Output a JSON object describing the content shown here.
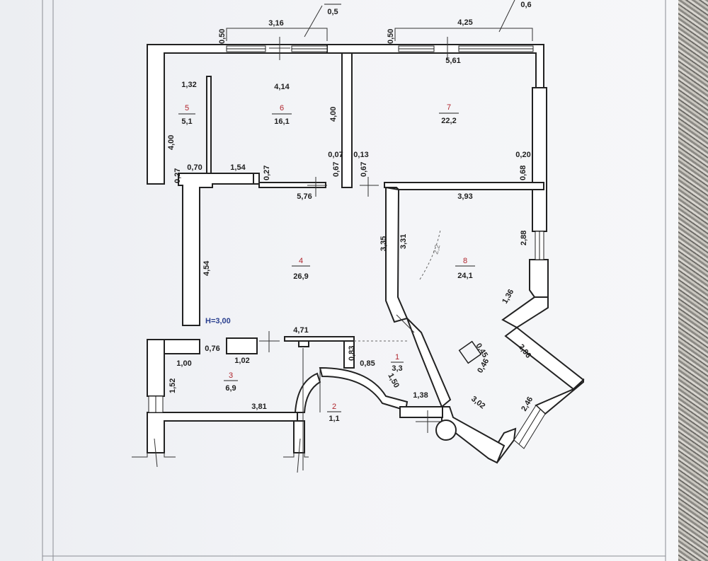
{
  "colors": {
    "wall_fill": "#ffffff",
    "wall_stroke": "#222222",
    "room_number": "#b0242c",
    "height_label": "#2a3f8f"
  },
  "rooms": [
    {
      "number": "1",
      "area": "3,3"
    },
    {
      "number": "2",
      "area": "1,1"
    },
    {
      "number": "3",
      "area": "6,9"
    },
    {
      "number": "4",
      "area": "26,9"
    },
    {
      "number": "5",
      "area": "5,1"
    },
    {
      "number": "6",
      "area": "16,1"
    },
    {
      "number": "7",
      "area": "22,2"
    },
    {
      "number": "8",
      "area": "24,1"
    },
    {
      "number": "",
      "area": "0,5"
    }
  ],
  "height_label": "H=3,00",
  "corner_value": "0,6",
  "dimensions": {
    "d_316": "3,16",
    "d_050a": "0,50",
    "d_050b": "0,50",
    "d_425": "4,25",
    "d_561": "5,61",
    "d_132": "1,32",
    "d_414": "4,14",
    "d_400a": "4,00",
    "d_400b": "4,00",
    "d_007": "0,07",
    "d_013": "0,13",
    "d_020": "0,20",
    "d_027a": "0,27",
    "d_070": "0,70",
    "d_154": "1,54",
    "d_027b": "0,27",
    "d_067a": "0,67",
    "d_067b": "0,67",
    "d_068": "0,68",
    "d_576": "5,76",
    "d_393": "3,93",
    "d_335": "3,35",
    "d_331": "3,31",
    "d_288": "2,88",
    "d_454": "4,54",
    "d_136": "1,36",
    "d_471": "4,71",
    "d_076": "0,76",
    "d_083": "0,83",
    "d_100": "1,00",
    "d_102": "1,02",
    "d_085": "0,85",
    "d_150": "1,50",
    "d_045": "0,45",
    "d_046": "0,46",
    "d_296": "2,96",
    "d_152": "1,52",
    "d_138": "1,38",
    "d_302": "3,02",
    "d_246": "2,46",
    "d_381": "3,81",
    "d_221": "2,2"
  }
}
